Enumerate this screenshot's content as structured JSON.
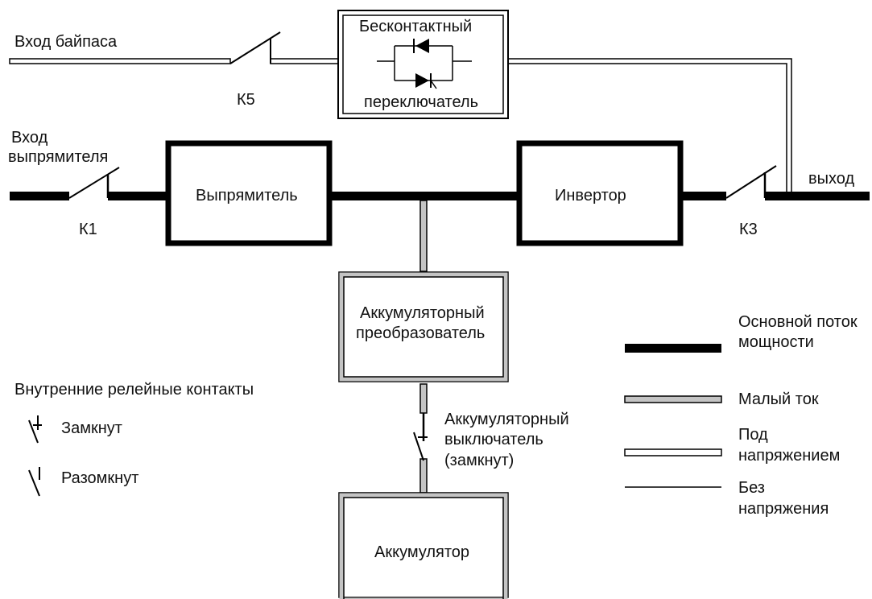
{
  "colors": {
    "main_power": "#000000",
    "low_current": "#c4c4c4",
    "energized_fill": "#ffffff",
    "line": "#000000",
    "background": "#ffffff"
  },
  "inputs": {
    "bypass_label": "Вход байпаса",
    "rectifier_line1": "Вход",
    "rectifier_line2": "выпрямителя"
  },
  "output_label": "выход",
  "switches": {
    "k1": "К1",
    "k3": "К3",
    "k5": "К5"
  },
  "blocks": {
    "static_switch_line1": "Бесконтактный",
    "static_switch_line2": "переключатель",
    "rectifier": "Выпрямитель",
    "inverter": "Инвертор",
    "battery_converter_line1": "Аккумуляторный",
    "battery_converter_line2": "преобразователь",
    "battery": "Аккумулятор"
  },
  "battery_breaker": {
    "line1": "Аккумуляторный",
    "line2": "выключатель",
    "line3": "(замкнут)"
  },
  "relay_legend": {
    "title": "Внутренние релейные контакты",
    "closed": "Замкнут",
    "open": "Разомкнут"
  },
  "legend": {
    "main_flow_line1": "Основной поток",
    "main_flow_line2": "мощности",
    "low_current": "Малый ток",
    "energized_line1": "Под",
    "energized_line2": "напряжением",
    "deenergized_line1": "Без",
    "deenergized_line2": "напряжения"
  }
}
